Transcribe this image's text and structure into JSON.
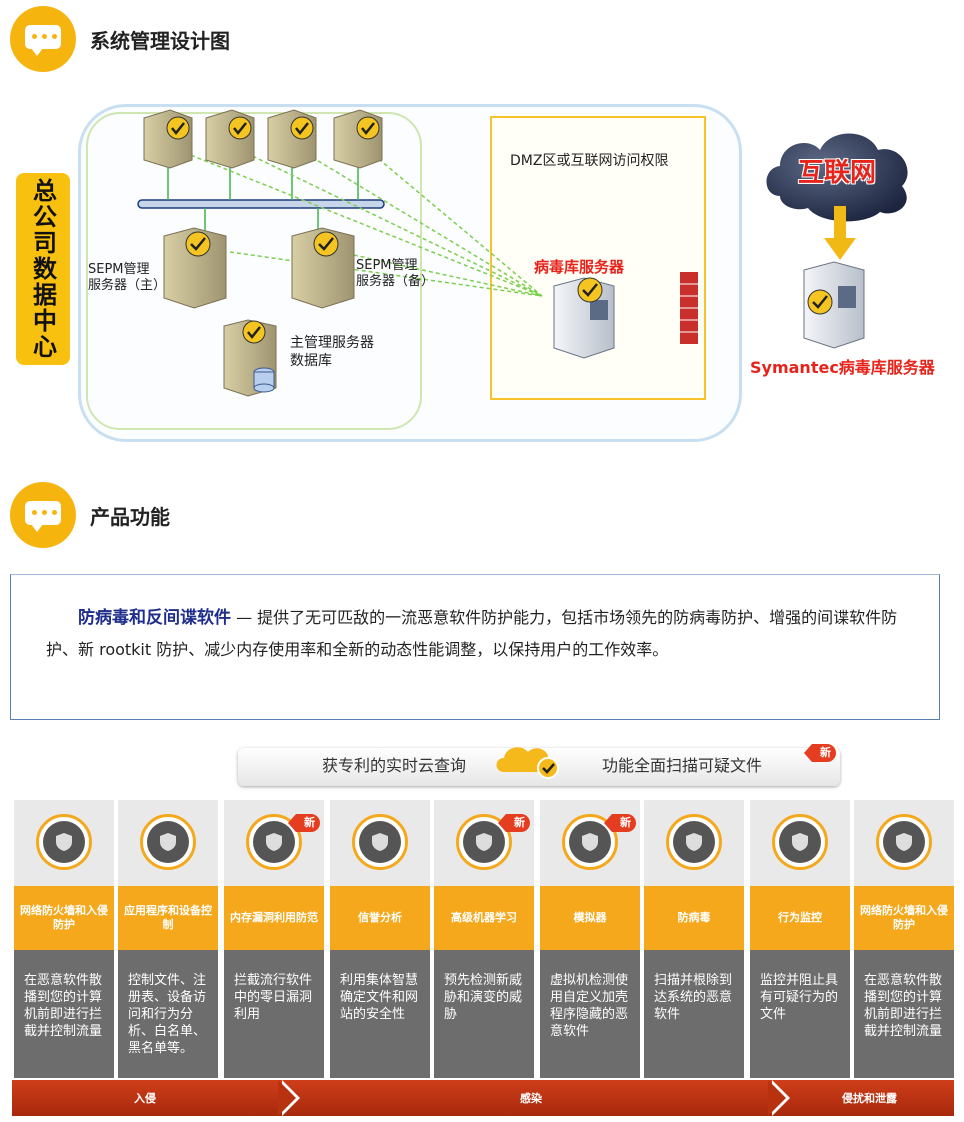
{
  "section1": {
    "title": "系统管理设计图"
  },
  "section2": {
    "title": "产品功能"
  },
  "diagram": {
    "hq_label": "总公司数据中心",
    "dmz_label": "DMZ区或互联网访问权限",
    "virus_server_label": "病毒库服务器",
    "sepm_primary": [
      "SEPM管理",
      "服务器（主）"
    ],
    "sepm_backup": [
      "SEPM管理",
      "服务器（备）"
    ],
    "main_db": [
      "主管理服务器",
      "数据库"
    ],
    "internet_label": "互联网",
    "symantec_label": "Symantec病毒库服务器"
  },
  "description": {
    "heading": "防病毒和反间谍软件",
    "body": " — 提供了无可匹敌的一流恶意软件防护能力，包括市场领先的防病毒防护、增强的间谍软件防护、新 rootkit 防护、减少内存使用率和全新的动态性能调整，以保持用户的工作效率。"
  },
  "features": {
    "banner_left": "获专利的实时云查询",
    "banner_right": "功能全面扫描可疑文件",
    "new_tag": "新",
    "columns": [
      {
        "title": "网络防火墙和入侵防护",
        "desc": "在恶意软件散播到您的计算机前即进行拦截并控制流量",
        "icon": "firewall-icon",
        "is_new": false
      },
      {
        "title": "应用程序和设备控制",
        "desc": "控制文件、注册表、设备访问和行为分析、白名单、黑名单等。",
        "icon": "app-control-icon",
        "is_new": false
      },
      {
        "title": "内存漏洞利用防范",
        "desc": "拦截流行软件中的零日漏洞利用",
        "icon": "exploit-shield-icon",
        "is_new": true
      },
      {
        "title": "信誉分析",
        "desc": "利用集体智慧确定文件和网站的安全性",
        "icon": "reputation-hand-icon",
        "is_new": false
      },
      {
        "title": "高级机器学习",
        "desc": "预先检测新威胁和演变的威胁",
        "icon": "machine-learning-icon",
        "is_new": true
      },
      {
        "title": "模拟器",
        "desc": "虚拟机检测使用自定义加壳程序隐藏的恶意软件",
        "icon": "emulator-icon",
        "is_new": true
      },
      {
        "title": "防病毒",
        "desc": "扫描并根除到达系统的恶意软件",
        "icon": "antivirus-scan-icon",
        "is_new": false
      },
      {
        "title": "行为监控",
        "desc": "监控并阻止具有可疑行为的文件",
        "icon": "behavior-radar-icon",
        "is_new": false
      },
      {
        "title": "网络防火墙和入侵防护",
        "desc": "在恶意软件散播到您的计算机前即进行拦截并控制流量",
        "icon": "firewall-icon",
        "is_new": false
      }
    ],
    "stages": [
      "入侵",
      "感染",
      "侵扰和泄露"
    ]
  },
  "colors": {
    "accent_yellow": "#f6b40f",
    "orange": "#f5a81c",
    "red": "#e7241b",
    "dark_gray": "#6d6d6d"
  }
}
